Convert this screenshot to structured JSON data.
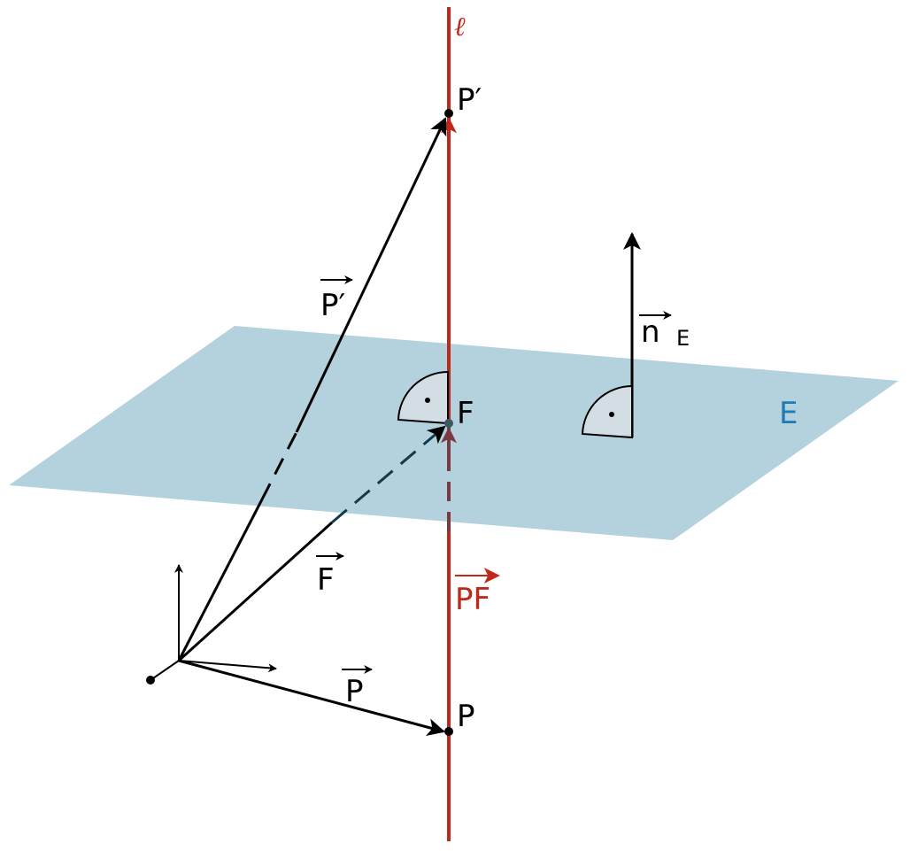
{
  "colors": {
    "plane": "#b4d2dd",
    "line": "#c0281c",
    "vector": "#000000",
    "label_plane": "#1f7db5",
    "right_angle_fill": "#d3dde4"
  },
  "labels": {
    "line_name": "ℓ",
    "point_p_prime": "P′",
    "point_f": "F",
    "point_p": "P",
    "plane_name": "E",
    "vec_p_prime": "P′",
    "vec_f": "F",
    "vec_p": "P",
    "vec_pf": "PF",
    "vec_normal": "n",
    "vec_normal_sub": "E"
  }
}
